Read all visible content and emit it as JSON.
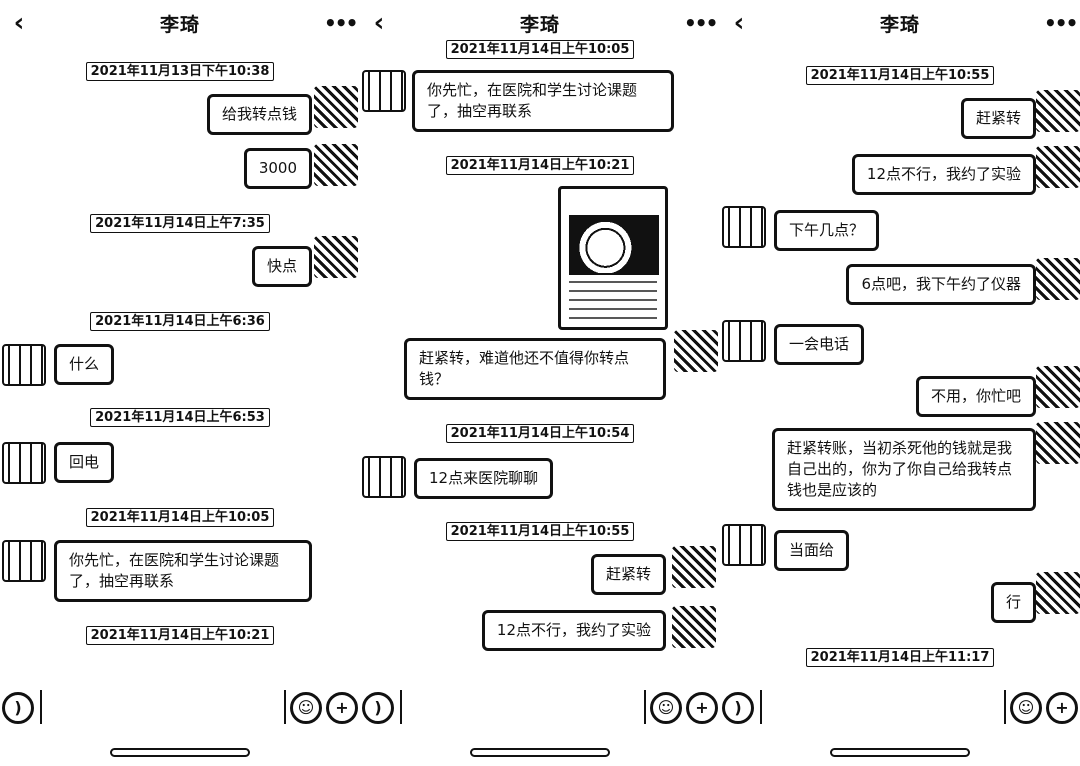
{
  "contact_name": "李琦",
  "panels": [
    {
      "timestamps": [
        "2021年11月13日下午10:38",
        "2021年11月14日上午7:35",
        "2021年11月14日上午6:36",
        "2021年11月14日上午6:53",
        "2021年11月14日上午10:05",
        "2021年11月14日上午10:21"
      ],
      "messages": [
        {
          "side": "self",
          "text": "给我转点钱"
        },
        {
          "side": "self",
          "text": "3000"
        },
        {
          "side": "self",
          "text": "快点"
        },
        {
          "side": "other",
          "text": "什么"
        },
        {
          "side": "other",
          "text": "回电"
        },
        {
          "side": "other",
          "text": "你先忙，在医院和学生讨论课题了，抽空再联系"
        }
      ]
    },
    {
      "timestamps": [
        "2021年11月14日上午10:05",
        "2021年11月14日上午10:21",
        "2021年11月14日上午10:54",
        "2021年11月14日上午10:55"
      ],
      "messages": [
        {
          "side": "other",
          "text": "你先忙，在医院和学生讨论课题了，抽空再联系"
        },
        {
          "side": "self",
          "text": "赶紧转，难道他还不值得你转点钱？"
        },
        {
          "side": "other",
          "text": "12点来医院聊聊"
        },
        {
          "side": "self",
          "text": "赶紧转"
        },
        {
          "side": "self",
          "text": "12点不行，我约了实验"
        }
      ]
    },
    {
      "timestamps": [
        "2021年11月14日上午10:55",
        "2021年11月14日上午11:17"
      ],
      "messages": [
        {
          "side": "self",
          "text": "赶紧转"
        },
        {
          "side": "self",
          "text": "12点不行，我约了实验"
        },
        {
          "side": "other",
          "text": "下午几点？"
        },
        {
          "side": "self",
          "text": "6点吧，我下午约了仪器"
        },
        {
          "side": "other",
          "text": "一会电话"
        },
        {
          "side": "self",
          "text": "不用，你忙吧"
        },
        {
          "side": "self",
          "text": "赶紧转账，当初杀死他的钱就是我自己出的，你为了你自己给我转点钱也是应该的"
        },
        {
          "side": "other",
          "text": "当面给"
        },
        {
          "side": "self",
          "text": "行"
        }
      ]
    }
  ],
  "icons": {
    "back": "chevron-left-icon",
    "more": "more-dots-icon",
    "voice": "voice-icon",
    "emoji": "emoji-icon",
    "plus": "plus-icon"
  }
}
